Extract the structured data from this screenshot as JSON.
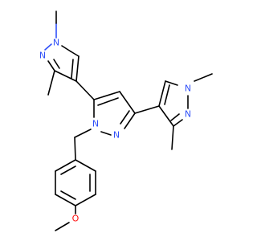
{
  "atom_labels": {
    "N1": "N",
    "N2": "N",
    "N3": "N",
    "N4": "N",
    "N5": "N",
    "N6": "N",
    "O1": "O"
  },
  "colors": {
    "bond": "#000000",
    "nitrogen": "#3050F8",
    "oxygen": "#FF0D0D",
    "background": "#ffffff"
  }
}
